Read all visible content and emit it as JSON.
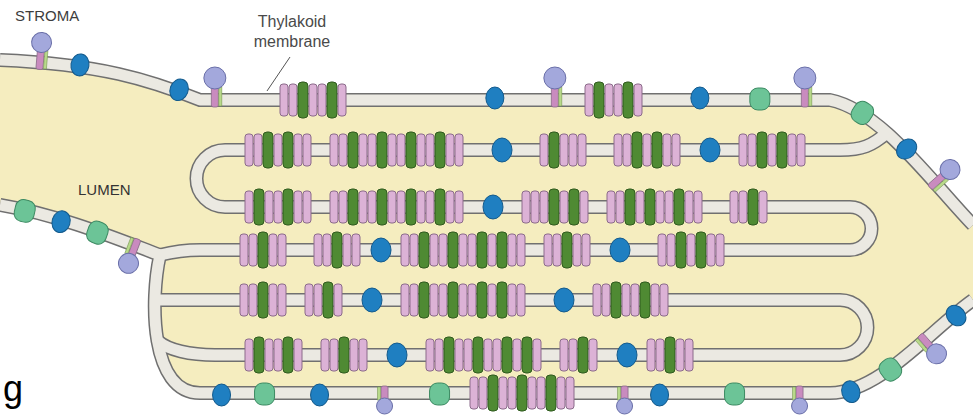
{
  "diagram": {
    "labels": [
      "STROMA",
      "Thylakoid membrane",
      "LUMEN",
      "g"
    ]
  }
}
